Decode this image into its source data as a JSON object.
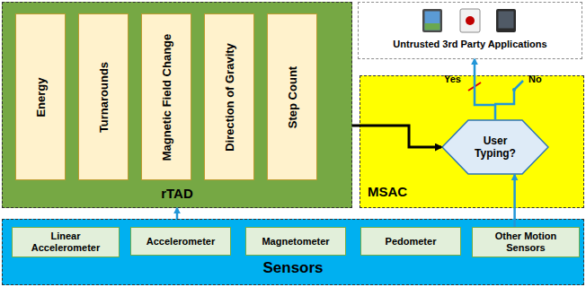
{
  "diagram": {
    "nodes": [
      {
        "text": [
          "rTAD"
        ]
      },
      {
        "text": [
          "Energy"
        ],
        "in": 0
      },
      {
        "text": [
          "Turnarounds"
        ],
        "in": 0
      },
      {
        "text": [
          "Magnetic Field Change"
        ],
        "in": 0
      },
      {
        "text": [
          "Direction of Gravity"
        ],
        "in": 0
      },
      {
        "text": [
          "Step Count"
        ],
        "in": 0
      },
      {
        "text": [
          "Untrusted 3rd Party Applications"
        ]
      },
      {
        "text": [
          "MSAC"
        ]
      },
      {
        "text": [
          "User Typing?"
        ],
        "in": 7
      },
      {
        "text": [
          "Sensors"
        ]
      },
      {
        "text": [
          "Linear Accelerometer"
        ],
        "in": 9
      },
      {
        "text": [
          "Accelerometer"
        ],
        "in": 9
      },
      {
        "text": [
          "Magnetometer"
        ],
        "in": 9
      },
      {
        "text": [
          "Pedometer"
        ],
        "in": 9
      },
      {
        "text": [
          "Other Motion Sensors"
        ],
        "in": 9
      }
    ],
    "edges": [
      {
        "from": 9,
        "to": 0,
        "arrow": "to"
      },
      {
        "from": 0,
        "to": 8,
        "arrow": "to"
      },
      {
        "from": 14,
        "to": 8,
        "arrow": "to"
      },
      {
        "from": 8,
        "to": 6,
        "arrow": "to"
      }
    ],
    "labels": [
      "Yes",
      "No"
    ]
  }
}
